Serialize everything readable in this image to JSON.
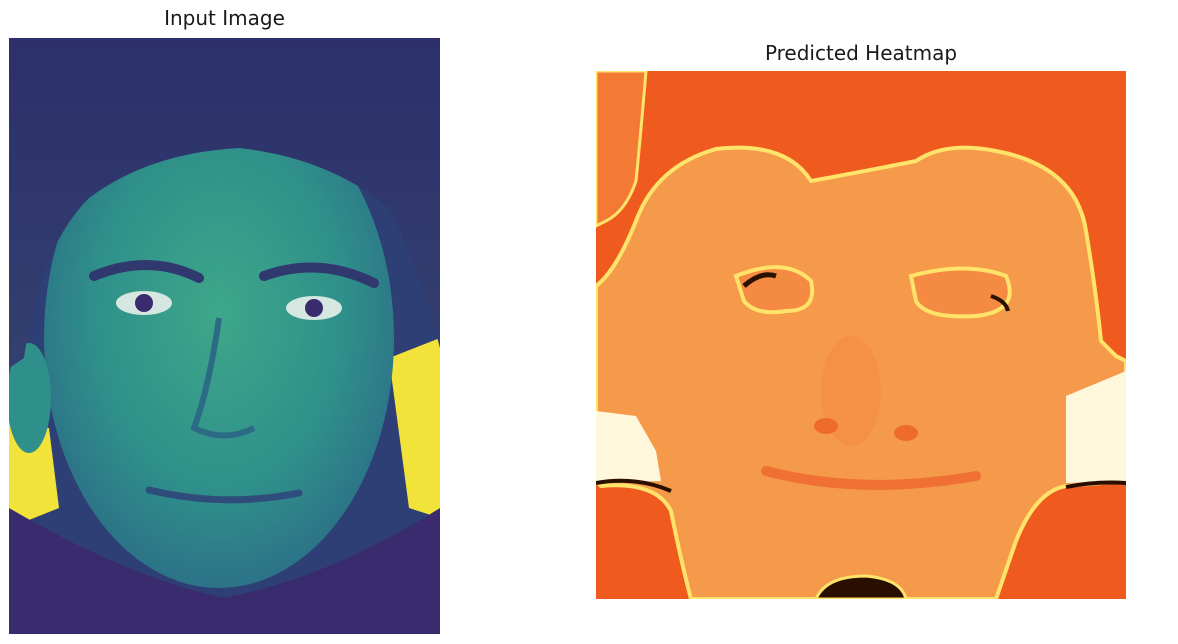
{
  "figure": {
    "panels": [
      {
        "title": "Input Image",
        "colormap": "viridis",
        "content": "grayscale face photo rendered with viridis colormap"
      },
      {
        "title": "Predicted Heatmap",
        "colormap": "autumn / hot",
        "content": "predicted heatmap of face regions"
      }
    ]
  },
  "colors": {
    "viridis_dark": "#3a2a6e",
    "viridis_mid": "#2f8f8a",
    "viridis_yellow": "#f2e33a",
    "heat_base": "#ef5a1f",
    "heat_face": "#f59a4a",
    "heat_edge": "#ffe36a"
  }
}
